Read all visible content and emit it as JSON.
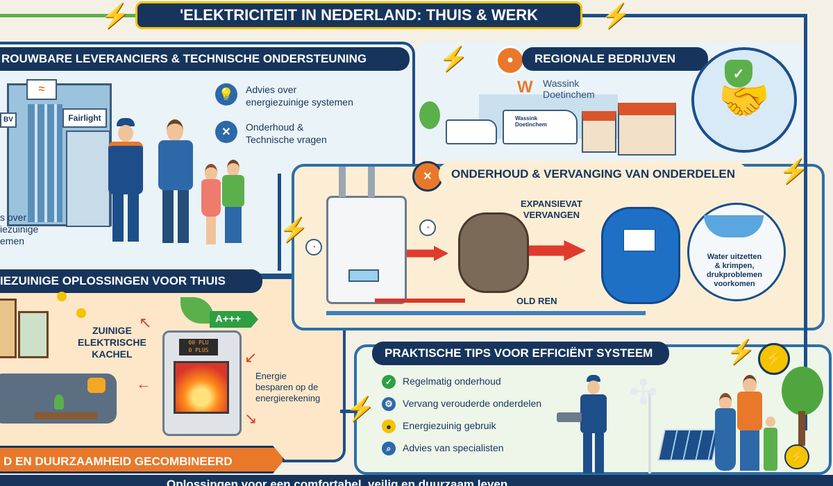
{
  "title": "'ELEKTRICITEIT IN NEDERLAND: THUIS & WERK",
  "sections": {
    "suppliers": {
      "heading": "ROUWBARE LEVERANCIERS & TECHNISCHE ONDERSTEUNING",
      "building_sign": "Fairlight",
      "building_sign_small": "BV",
      "advice_left": "s over\niezuinige\nemen",
      "items": [
        {
          "icon": "lightbulb-icon",
          "text": "Advies over\nenergiezuinige systemen"
        },
        {
          "icon": "wrench-screwdriver-icon",
          "text": "Onderhoud &\nTechnische vragen"
        }
      ]
    },
    "regional": {
      "heading": "REGIONALE BEDRIJVEN",
      "company": "Wassink\nDoetinchem",
      "van_label": "Wassink\nDoetinchem"
    },
    "maintenance": {
      "heading": "ONDERHOUD & VERVANGING VAN ONDERDELEN",
      "vessel_label": "EXPANSIEVAT\nVERVANGEN",
      "old_label": "OLD REN",
      "callout": "Water uitzetten\n& krimpen,\ndrukproblemen\nvoorkomen"
    },
    "home": {
      "heading": "IEZUINIGE OPLOSSINGEN VOOR THUIS",
      "heater_label": "ZUINIGE\nELEKTRISCHE\nKACHEL",
      "energy_label": "A+++",
      "display": "00 PLU\n0 PLUS",
      "savings": "Energie\nbesparen op de\nenergierekening",
      "footer_banner": "D EN DUURZAAMHEID GECOMBINEERD"
    },
    "tips": {
      "heading": "PRAKTISCHE TIPS VOOR EFFICIËNT SYSTEEM",
      "items": [
        {
          "icon": "check-circle-icon",
          "text": "Regelmatig onderhoud"
        },
        {
          "icon": "gear-icon",
          "text": "Vervang verouderde onderdelen"
        },
        {
          "icon": "lightbulb-icon",
          "text": "Energiezuinig gebruik"
        },
        {
          "icon": "magnifier-icon",
          "text": "Advies van specialisten"
        }
      ]
    }
  },
  "footer": "Oplossingen voor een comfortabel, veilig en duurzaam leven",
  "colors": {
    "navy": "#17355c",
    "accent": "#e9782a",
    "yellow": "#f5c300",
    "green": "#5bb04b"
  }
}
